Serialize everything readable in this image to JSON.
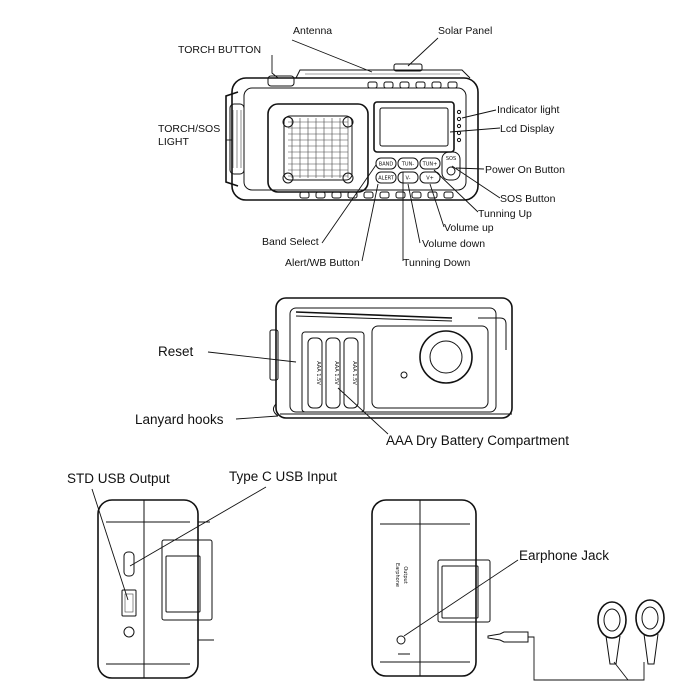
{
  "labels": {
    "antenna": "Antenna",
    "solar_panel": "Solar Panel",
    "torch_button": "TORCH BUTTON",
    "indicator_light": "Indicator light",
    "torch_sos_light_1": "TORCH/SOS",
    "torch_sos_light_2": "LIGHT",
    "lcd_display": "Lcd Display",
    "power_on_button": "Power On Button",
    "sos_button": "SOS Button",
    "tunning_up": "Tunning Up",
    "volume_up": "Volume up",
    "volume_down": "Volume down",
    "band_select": "Band Select",
    "alert_wb_button": "Alert/WB Button",
    "tunning_down": "Tunning Down",
    "reset": "Reset",
    "lanyard_hooks": "Lanyard hooks",
    "battery_compartment": "AAA Dry Battery Compartment",
    "std_usb_output": "STD USB Output",
    "type_c_usb_input": "Type C  USB Input",
    "earphone_jack": "Earphone Jack"
  },
  "keys": {
    "band": "BAND",
    "tun_down": "TUN-",
    "tun_up": "TUN+",
    "alert": "ALERT",
    "vol_down": "V-",
    "vol_up": "V+",
    "sos": "SOS"
  },
  "battery_text": "AAA 1.5V",
  "side_text_1": "Earphone",
  "side_text_2": "Output"
}
